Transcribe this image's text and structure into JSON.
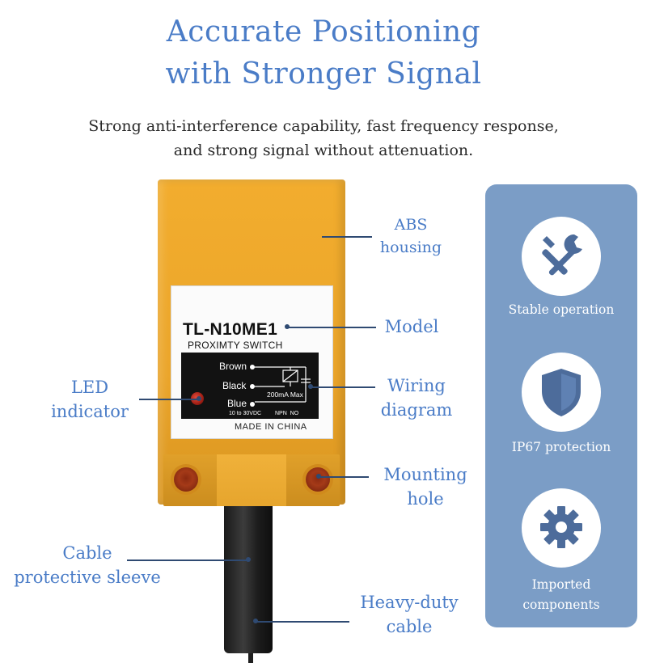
{
  "header": {
    "title_line1": "Accurate Positioning",
    "title_line2": "with Stronger Signal",
    "subtitle_line1": "Strong anti-interference capability, fast frequency response,",
    "subtitle_line2": "and strong signal without attenuation."
  },
  "product": {
    "model": "TL-N10ME1",
    "type": "PROXIMTY SWITCH",
    "wiring": {
      "brown": "Brown",
      "black": "Black",
      "blue": "Blue",
      "load": "200mA Max",
      "voltage": "10 to 30VDC",
      "output": "NPN  NO"
    },
    "origin": "MADE IN CHINA"
  },
  "callouts": {
    "abs_housing_1": "ABS",
    "abs_housing_2": "housing",
    "model": "Model",
    "led_1": "LED",
    "led_2": "indicator",
    "wiring_1": "Wiring",
    "wiring_2": "diagram",
    "mounting_1": "Mounting",
    "mounting_2": "hole",
    "sleeve_1": "Cable",
    "sleeve_2": "protective sleeve",
    "cable_1": "Heavy-duty",
    "cable_2": "cable"
  },
  "features": [
    {
      "icon": "wrench-screwdriver-icon",
      "label": "Stable operation"
    },
    {
      "icon": "shield-icon",
      "label": "IP67 protection"
    },
    {
      "icon": "gear-icon",
      "label_line1": "Imported",
      "label_line2": "components"
    }
  ],
  "colors": {
    "accent": "#4a7cc7",
    "panel": "#7b9dc6",
    "icon": "#4d6c9b",
    "housing": "#eba52a"
  }
}
